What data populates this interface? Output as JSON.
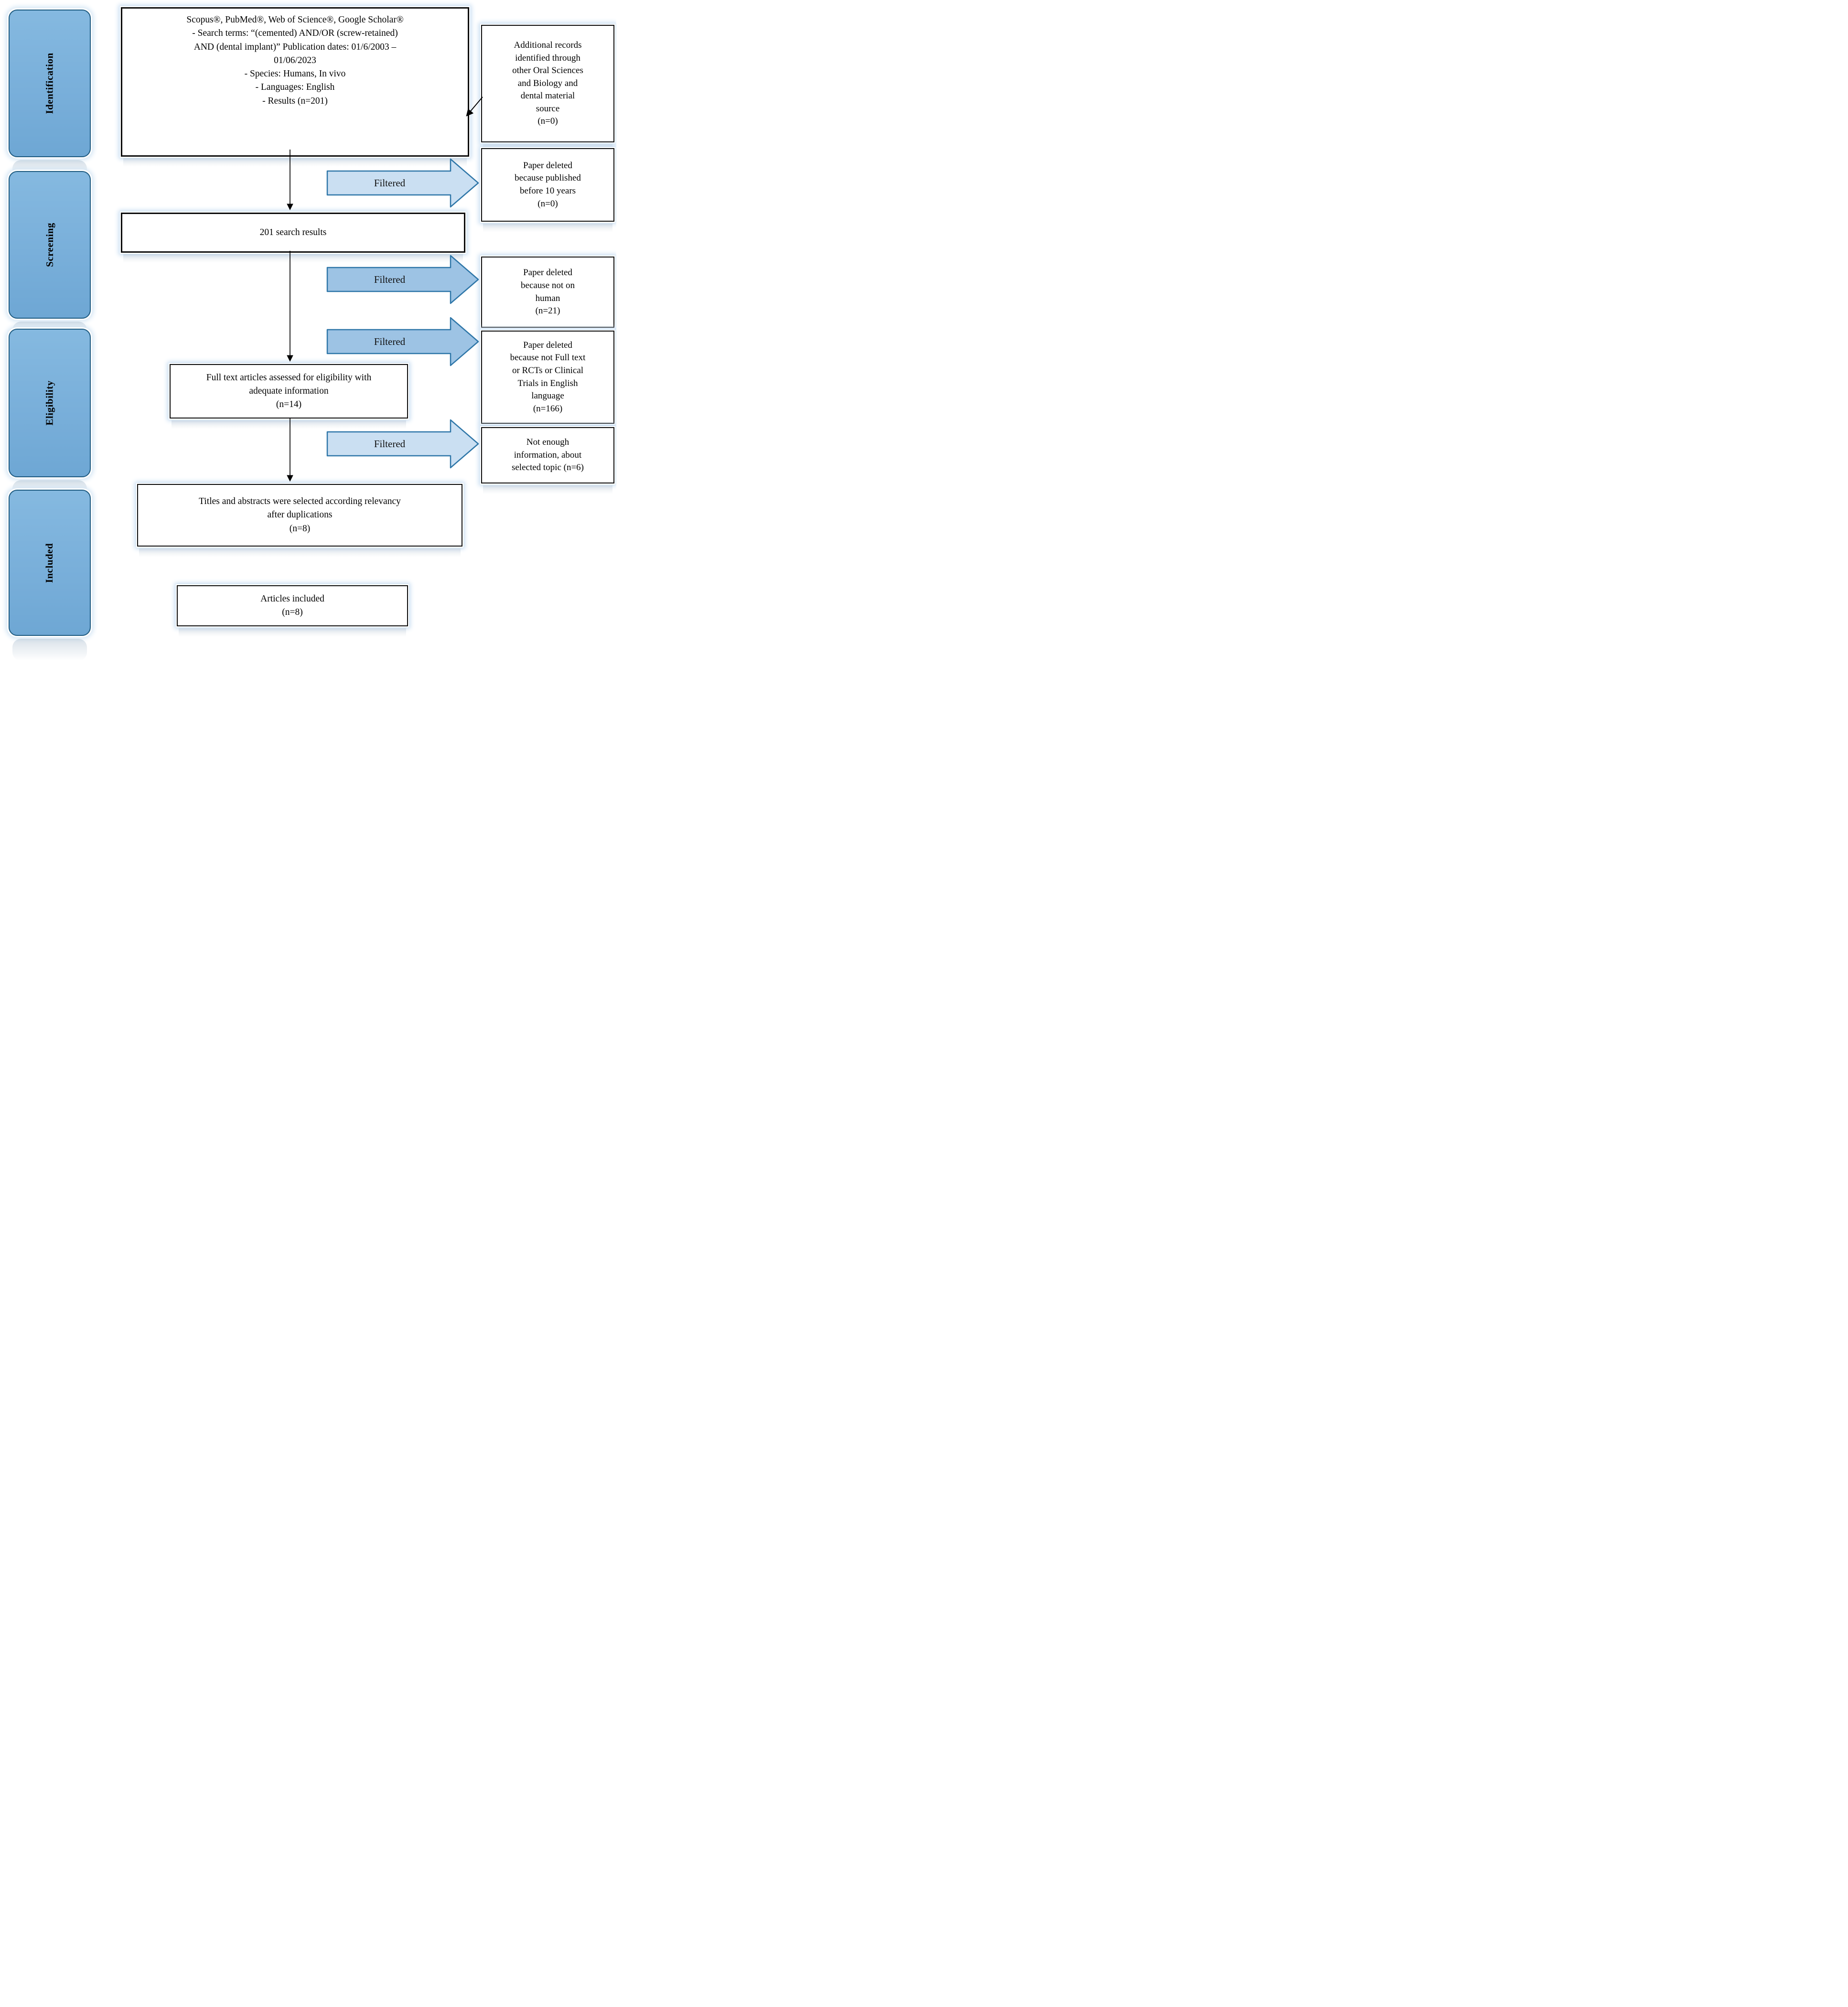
{
  "figure": {
    "kind": "PRISMA-style literature selection flow diagram",
    "stages": {
      "items": [
        {
          "label": "Identification"
        },
        {
          "label": "Screening"
        },
        {
          "label": "Eligibility"
        },
        {
          "label": "Included"
        }
      ],
      "fill": "#79AFDA",
      "border": "#1D5A80"
    },
    "main_flow": {
      "search_box": "Scopus®, PubMed®, Web of Science®, Google Scholar®\n-   Search terms: “(cemented) AND/OR (screw-retained)\nAND (dental implant)” Publication dates: 01/6/2003 –\n01/06/2023\n- Species: Humans, In vivo\n- Languages: English\n- Results (n=201)",
      "results_box": "201 search results",
      "fulltext_box": "Full text articles assessed for eligibility with\nadequate information\n(n=14)",
      "titles_box": "Titles and abstracts were selected according relevancy\nafter duplications\n(n=8)",
      "included_box": "Articles included\n(n=8)"
    },
    "exclusion_boxes": [
      {
        "text": "Additional records\nidentified through\nother Oral Sciences\nand Biology and\ndental material\nsource\n(n=0)"
      },
      {
        "text": "Paper deleted\nbecause published\nbefore 10 years\n(n=0)"
      },
      {
        "text": "Paper deleted\nbecause not on\nhuman\n(n=21)"
      },
      {
        "text": "Paper deleted\nbecause not Full text\nor RCTs or Clinical\nTrials in English\nlanguage\n(n=166)"
      },
      {
        "text": "Not enough\ninformation, about\nselected topic (n=6)"
      }
    ],
    "flow_arrows": [
      {
        "label": "Filtered",
        "fill": "#CADFF2",
        "stroke": "#2E76A8"
      },
      {
        "label": "Filtered",
        "fill": "#9DC3E4",
        "stroke": "#2E76A8"
      },
      {
        "label": "Filtered",
        "fill": "#9DC3E4",
        "stroke": "#2E76A8"
      },
      {
        "label": "Filtered",
        "fill": "#CADFF2",
        "stroke": "#2E76A8"
      }
    ],
    "connector_color": "#000000"
  }
}
